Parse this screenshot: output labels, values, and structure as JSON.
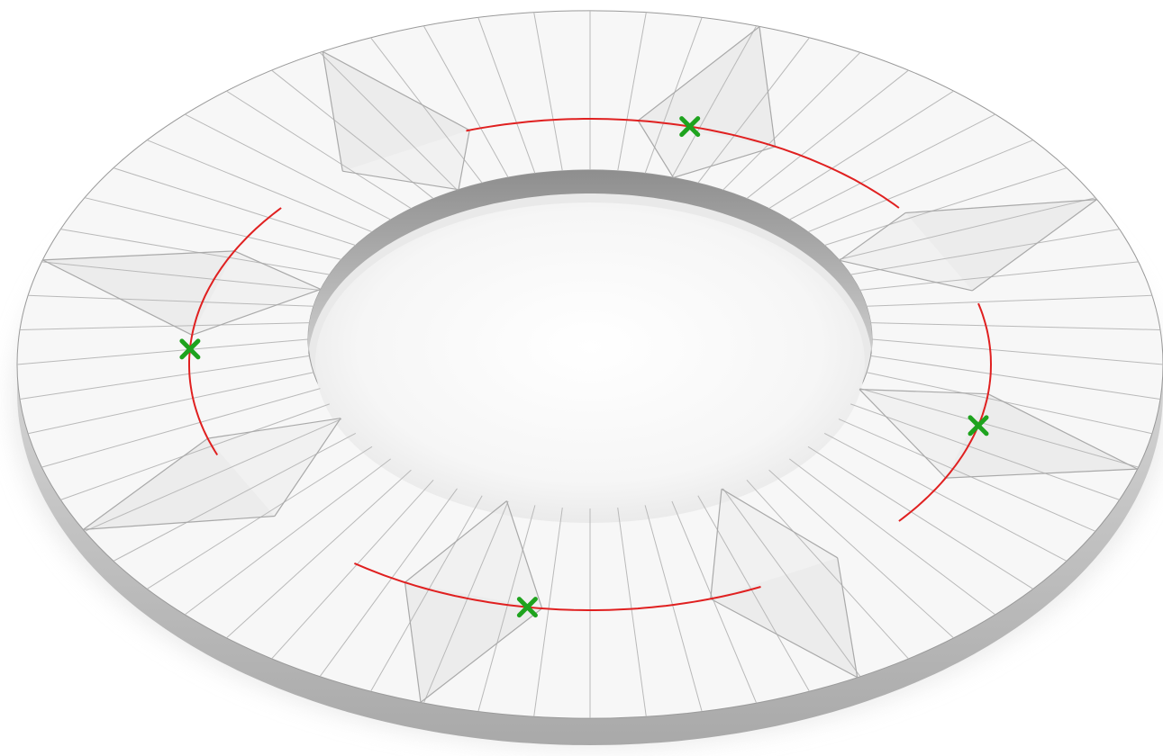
{
  "scene": {
    "view": "perspective",
    "subject": "flat-ring-with-folded-triangular-facets",
    "fold_count": 8,
    "mesh_segments": 64,
    "marker_count": 4
  },
  "colors": {
    "background": "#ffffff",
    "surface": "#f7f7f7",
    "surface_shadow": "#e4e4e4",
    "rim_side": "#b5b5b5",
    "mesh_lines": "#b9b9b9",
    "crease_lines": "#a9a9a9",
    "curve": "#e02020",
    "marker": "#1ea31e"
  },
  "icons": {
    "marker": "x-cross-marker-icon"
  }
}
